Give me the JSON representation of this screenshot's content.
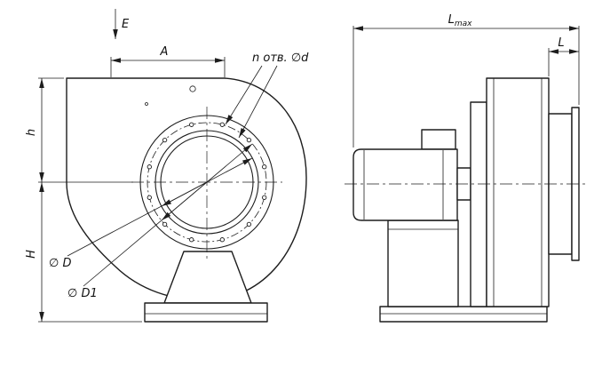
{
  "front_view": {
    "view_label": "E",
    "dim_a": "A",
    "holes_note": "n отв. ∅d",
    "dim_h": "h",
    "dim_H": "H",
    "dim_D": "∅ D",
    "dim_D1": "∅ D1"
  },
  "side_view": {
    "dim_L_base": "L",
    "dim_L_sub": "max",
    "dim_l": "L"
  }
}
